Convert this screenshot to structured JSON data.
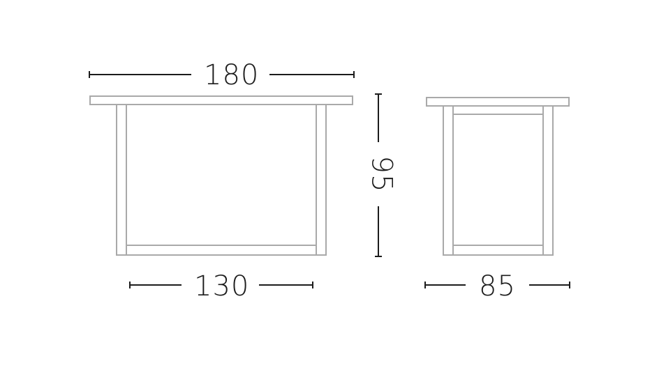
{
  "diagram": {
    "type": "furniture-dimension-drawing",
    "units_implied": "cm",
    "colors": {
      "outline": "#a9a9a9",
      "dimension": "#1c1c1c",
      "background": "#ffffff"
    },
    "front_view": {
      "parts": [
        "tabletop",
        "left-leg",
        "right-leg",
        "bottom-stretcher"
      ],
      "top_width_label": "180",
      "base_width_label": "130"
    },
    "side_view": {
      "parts": [
        "tabletop",
        "left-leg",
        "right-leg",
        "top-stretcher",
        "bottom-stretcher"
      ],
      "depth_label": "85"
    },
    "height_dimension": {
      "label": "95",
      "orientation": "vertical (rotated 90° clockwise)"
    }
  }
}
